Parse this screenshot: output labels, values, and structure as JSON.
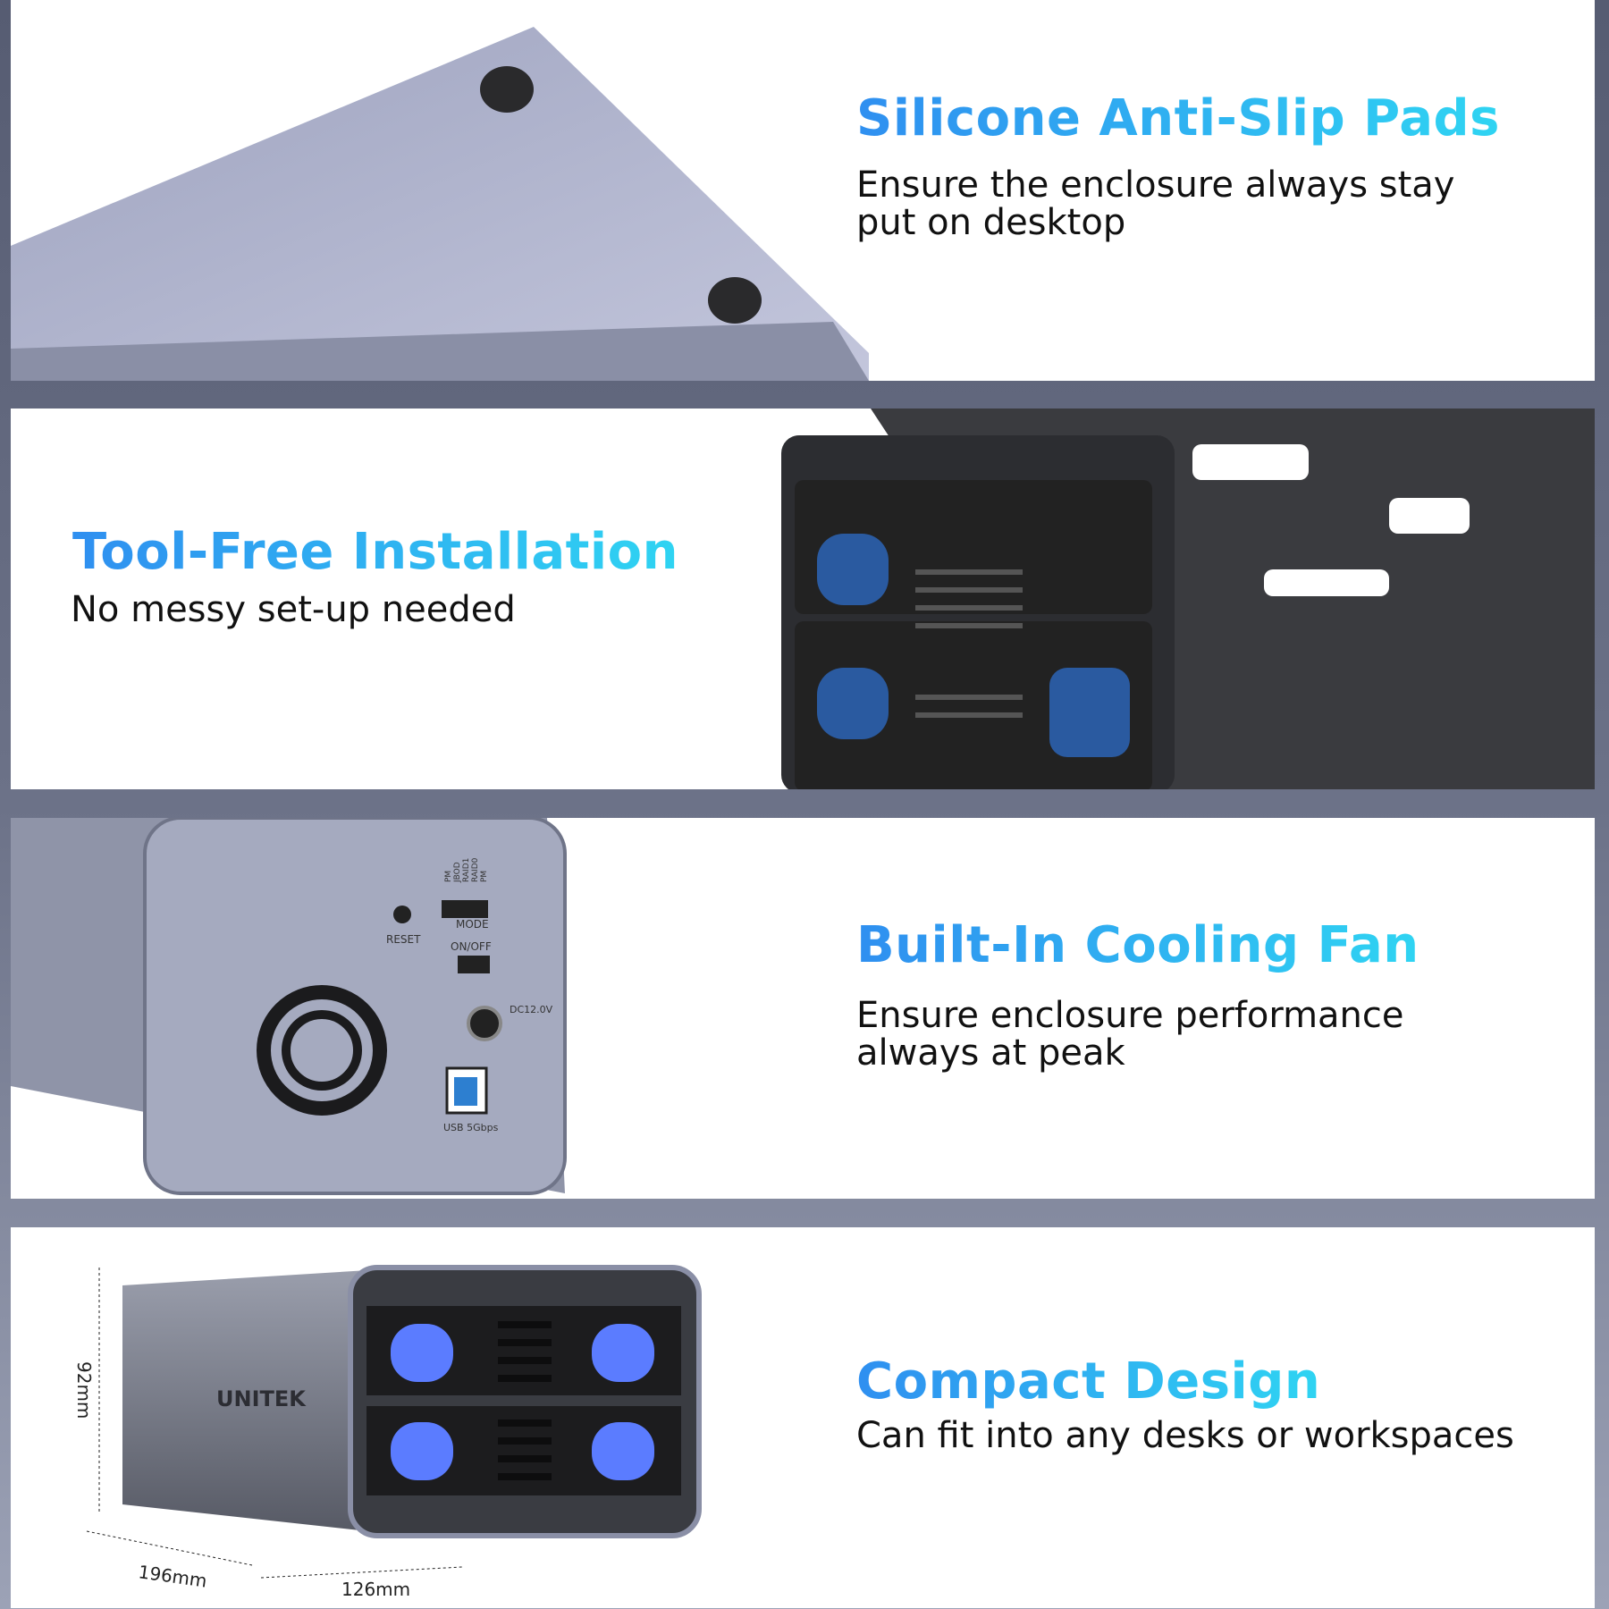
{
  "sections": [
    {
      "title": "Silicone Anti-Slip Pads",
      "description": "Ensure the enclosure always stay\nput on desktop"
    },
    {
      "title": "Tool-Free Installation",
      "description": "No messy set-up needed"
    },
    {
      "title": "Built-In Cooling Fan",
      "description": "Ensure enclosure performance\nalways at peak"
    },
    {
      "title": "Compact Design",
      "description": "Can fit into any desks or workspaces"
    }
  ],
  "back_panel": {
    "mode_options": [
      "PM",
      "JBOD",
      "RAID1",
      "RAID0",
      "PM"
    ],
    "mode_label": "MODE",
    "reset_label": "RESET",
    "power_label": "ON/OFF",
    "dc_label": "DC12.0V",
    "usb_label": "USB 5Gbps"
  },
  "product": {
    "brand": "UNITEK",
    "height": "92mm",
    "depth": "196mm",
    "width": "126mm"
  },
  "colors": {
    "accent_start": "#2f8ff0",
    "accent_end": "#2fd4f2",
    "led": "#4a7cff"
  }
}
